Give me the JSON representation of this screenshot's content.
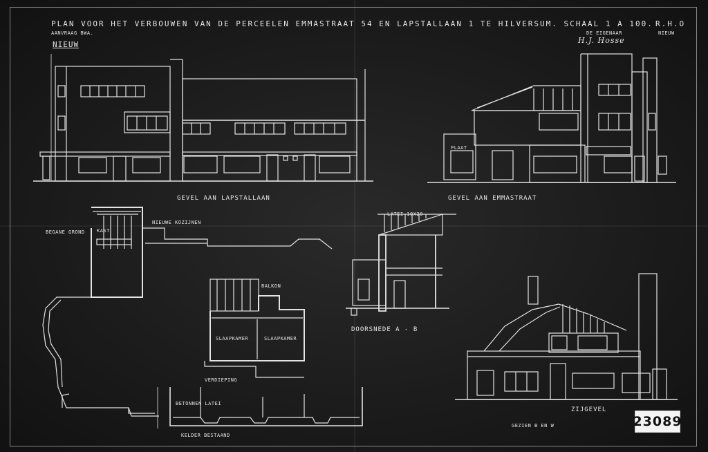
{
  "sheet": {
    "title": "PLAN VOOR HET VERBOUWEN VAN DE PERCEELEN EMMASTRAAT 54 EN LAPSTALLAAN 1 TE HILVERSUM. SCHAAL 1 A 100.",
    "sheet_code": "R.H.O",
    "header_left": "AANVRAAG BWA.",
    "header_right_1": "DE EIGENAAR",
    "header_right_2": "NIEUW",
    "status_label": "NIEUW",
    "archive_number": "23089"
  },
  "views": {
    "front_elevation_label": "GEVEL AAN LAPSTALLAAN",
    "side_elevation_label": "GEVEL AAN EMMASTRAAT",
    "section_label": "DOORSNEDE A - B",
    "rear_elevation_label": "ZIJGEVEL",
    "floorplan_ground_label": "BEGANE GROND",
    "floorplan_upper_label": "VERDIEPING",
    "floorplan_basement_label": "KELDER BESTAAND"
  },
  "annotations": {
    "room_1": "SLAAPKAMER",
    "room_2": "SLAAPKAMER",
    "room_3": "KAST",
    "room_4": "BALKON",
    "note_1": "NIEUWE KOZIJNEN",
    "note_2": "LATEI 10X20",
    "note_3": "BETONNEN LATEI",
    "note_4": "PLAAT"
  },
  "stamp_bottom": "GEZIEN B EN W",
  "signature_note": "H.J. Hosse"
}
